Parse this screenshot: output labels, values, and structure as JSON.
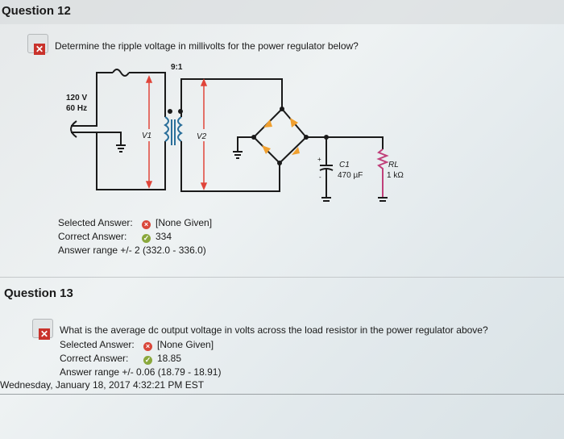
{
  "questions": [
    {
      "title": "Question 12",
      "text": "Determine the ripple voltage in millivolts for the power regulator below?",
      "selected_label": "Selected Answer:",
      "selected_value": "[None Given]",
      "correct_label": "Correct Answer:",
      "correct_value": "334",
      "range": "Answer range +/- 2 (332.0 - 336.0)"
    },
    {
      "title": "Question 13",
      "text": "What is the average dc output voltage in volts across the load resistor in the power regulator above?",
      "selected_label": "Selected Answer:",
      "selected_value": "[None Given]",
      "correct_label": "Correct Answer:",
      "correct_value": "18.85",
      "range": "Answer range +/- 0.06 (18.79 - 18.91)"
    }
  ],
  "circuit": {
    "ratio": "9:1",
    "source_voltage": "120 V",
    "source_freq": "60 Hz",
    "v1": "V1",
    "v2": "V2",
    "cap_name": "C1",
    "cap_value": "470 µF",
    "res_name": "RL",
    "res_value": "1 kΩ",
    "plus": "+",
    "minus": "-"
  },
  "footer": {
    "timestamp": "Wednesday, January 18, 2017 4:32:21 PM EST"
  },
  "colors": {
    "wire": "#1a1a1a",
    "arrow": "#e0453a",
    "diode": "#f0a030",
    "coil": "#2a6f9a",
    "resistor": "#c0407a"
  }
}
